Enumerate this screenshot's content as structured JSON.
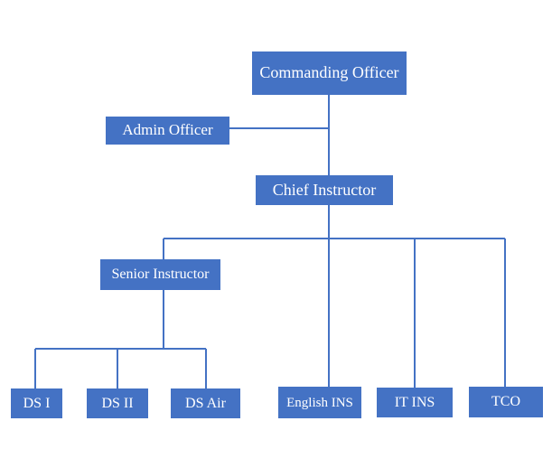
{
  "nodes": {
    "commanding_officer": "Commanding Officer",
    "admin_officer": "Admin Officer",
    "chief_instructor": "Chief Instructor",
    "senior_instructor": "Senior Instructor",
    "ds_1": "DS I",
    "ds_2": "DS II",
    "ds_air": "DS Air",
    "english_ins": "English INS",
    "it_ins": "IT INS",
    "tco": "TCO"
  },
  "colors": {
    "box_fill": "#4472c4",
    "box_text": "#ffffff",
    "connector": "#4472c4"
  }
}
